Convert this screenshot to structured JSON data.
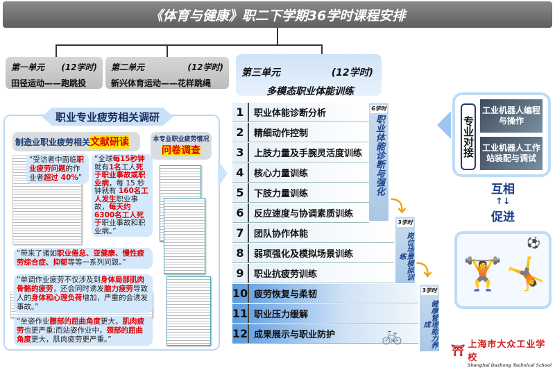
{
  "title": "《体育与健康》职二下学期36学时课程安排",
  "units": [
    {
      "name": "第一单元",
      "hours": "(12学时)",
      "topic": "田径运动——跑跳投"
    },
    {
      "name": "第二单元",
      "hours": "(12学时)",
      "topic": "新兴体育运动——花样跳绳"
    },
    {
      "name": "第三单元",
      "hours": "(12学时)",
      "topic": "多模态职业体能训练"
    }
  ],
  "research": {
    "title": "职业专业疲劳相关调研",
    "lit_prefix": "制造业职业疲劳相关",
    "lit_hl": "文献研读",
    "survey_line1": "本专业职业疲劳情况",
    "survey_hl": "问卷调查",
    "quotes": [
      [
        {
          "t": "“受访者中面临"
        },
        {
          "t": "职业疲劳问题",
          "r": 1
        },
        {
          "t": "的作业者"
        },
        {
          "t": "超过 40%",
          "r": 1
        },
        {
          "t": "”"
        }
      ],
      [
        {
          "t": "“全球"
        },
        {
          "t": "每15秒钟",
          "r": 1
        },
        {
          "t": "就有"
        },
        {
          "t": "1名",
          "r": 1
        },
        {
          "t": "工人"
        },
        {
          "t": "死于职业事故或职业病",
          "r": 1
        },
        {
          "t": "，每 15 秒钟就有 "
        },
        {
          "t": "160名工人发生",
          "r": 1
        },
        {
          "t": "职业事故，"
        },
        {
          "t": "每天约6300名工人死于",
          "r": 1
        },
        {
          "t": "职业事故和职业病。”"
        }
      ],
      [
        {
          "t": "“带来了诸如"
        },
        {
          "t": "职业倦怠、亚健康、慢性疲劳综合症、抑郁",
          "r": 1
        },
        {
          "t": "等等一系列问题。”"
        }
      ],
      [
        {
          "t": "“单调作业疲劳不仅涉及到"
        },
        {
          "t": "身体局部肌肉骨骼的疲劳",
          "r": 1
        },
        {
          "t": "，还会同时诱发"
        },
        {
          "t": "脑力疲劳",
          "r": 1
        },
        {
          "t": "导致人的"
        },
        {
          "t": "身体和心理负荷",
          "r": 1
        },
        {
          "t": "增加，严重的会诱发事故。”"
        }
      ],
      [
        {
          "t": "“坐姿作业"
        },
        {
          "t": "腰部的屈曲角度",
          "r": 1
        },
        {
          "t": "更大，"
        },
        {
          "t": "肌肉疲劳",
          "r": 1
        },
        {
          "t": "也更严重;而站姿作业中，"
        },
        {
          "t": "颈部的屈曲角度",
          "r": 1
        },
        {
          "t": "更大，肌肉疲劳更严重。”"
        }
      ]
    ]
  },
  "lessons": [
    "职业体能诊断分析",
    "精细动作控制",
    "上肢力量及手腕灵活度训练",
    "核心力量训练",
    "下肢力量训练",
    "反应速度与协调素质训练",
    "团队协作体能",
    "弱项强化及模拟场景训练",
    "职业抗疲劳训练",
    "疲劳恢复与柔韧",
    "职业压力缓解",
    "成果展示与职业防护"
  ],
  "stages": [
    {
      "hours": "6学时",
      "label": "职业体能诊断与强化"
    },
    {
      "hours": "3学时",
      "label": "岗位场景模拟训练"
    },
    {
      "hours": "3学时",
      "label": "健康管理能力养成"
    }
  ],
  "professional": {
    "label": "专业对接",
    "items": [
      "工业机器人编程与操作",
      "工业机器人工作站装配与调试"
    ]
  },
  "mutual": {
    "top": "互相",
    "arrows": "↑↓",
    "bottom": "促进"
  },
  "logo": {
    "cn": "上海市大众工业学校",
    "en": "Shanghai Dazhong Technical School"
  },
  "colors": {
    "accent": "#1a3f8a",
    "highlight": "#e00000",
    "tableBlue": "#5a9be0"
  }
}
